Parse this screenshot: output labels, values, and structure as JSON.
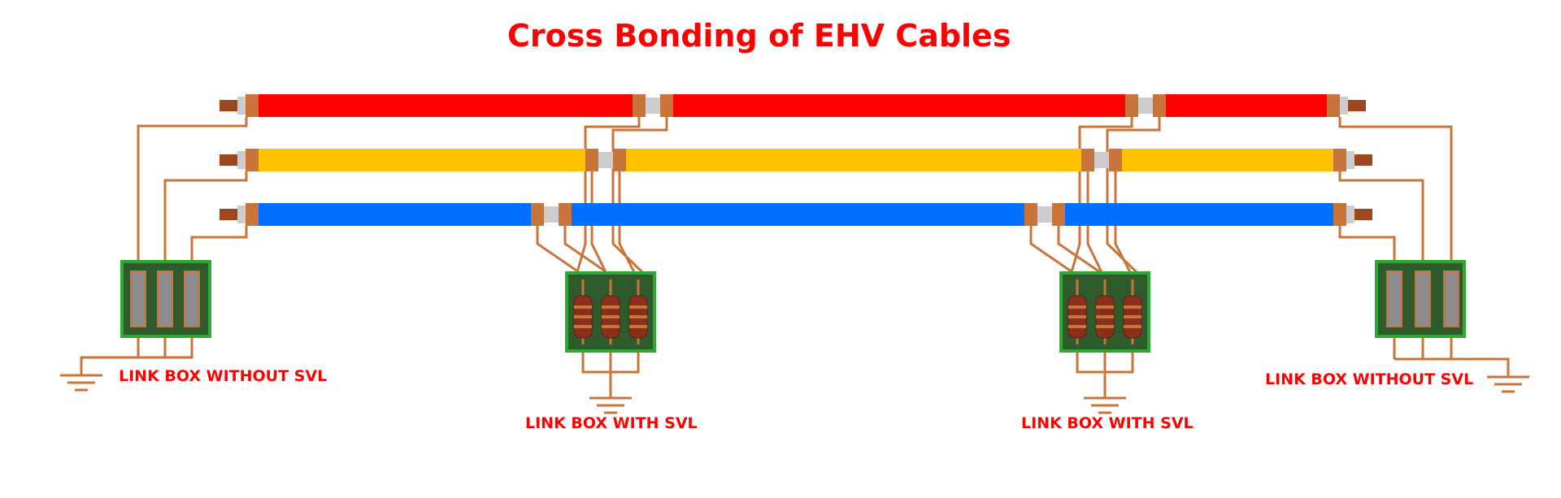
{
  "diagram": {
    "title": "Cross Bonding of EHV Cables",
    "label_color": "#ff0000",
    "cable_colors": {
      "red": "#ff0000",
      "yellow": "#ffc000",
      "blue": "#0070ff"
    },
    "wire_color": "#c8743a",
    "box_fill": "#2f5a2c",
    "box_border": "#2fa82f",
    "labels": {
      "left": "LINK BOX WITHOUT SVL",
      "center_left": "LINK BOX WITH SVL",
      "center_right": "LINK BOX WITH SVL",
      "right": "LINK BOX WITHOUT SVL"
    }
  }
}
